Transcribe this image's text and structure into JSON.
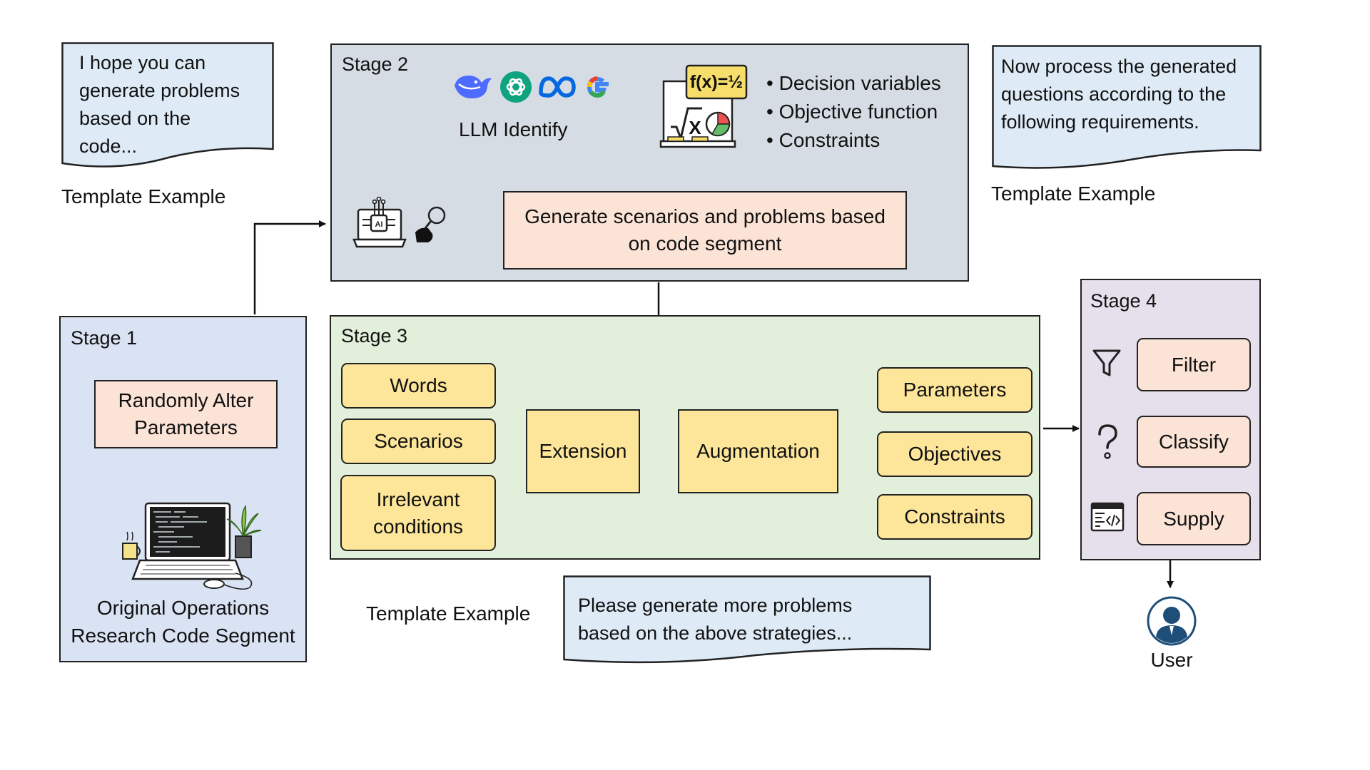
{
  "stage1": {
    "title": "Stage 1",
    "box_label": "Randomly Alter Parameters",
    "caption_line1": "Original Operations",
    "caption_line2": "Research Code Segment",
    "icon": "laptop-code-icon"
  },
  "stage2": {
    "title": "Stage 2",
    "llm_label": "LLM Identify",
    "llm_icons": [
      "deepseek-whale-icon",
      "openai-icon",
      "meta-icon",
      "google-icon"
    ],
    "formula_text": "f(x)=½",
    "bullets": [
      "Decision variables",
      "Objective function",
      "Constraints"
    ],
    "generate_line1": "Generate scenarios and problems based",
    "generate_line2": "on code segment"
  },
  "stage3": {
    "title": "Stage 3",
    "left_items": [
      "Words",
      "Scenarios",
      "Irrelevant conditions"
    ],
    "extension": "Extension",
    "augmentation": "Augmentation",
    "right_items": [
      "Parameters",
      "Objectives",
      "Constraints"
    ]
  },
  "stage4": {
    "title": "Stage 4",
    "actions": [
      {
        "label": "Filter",
        "icon": "funnel-icon"
      },
      {
        "label": "Classify",
        "icon": "question-mark-icon"
      },
      {
        "label": "Supply",
        "icon": "code-window-icon"
      }
    ]
  },
  "user": {
    "label": "User",
    "icon": "user-avatar-icon"
  },
  "templates": {
    "left": {
      "lines": [
        "I hope you can",
        "generate problems",
        "based on the",
        "code..."
      ],
      "caption": "Template Example"
    },
    "right": {
      "lines": [
        "Now process the generated",
        "questions according to the",
        "following requirements."
      ],
      "caption": "Template Example"
    },
    "bottom": {
      "lines": [
        "Please generate more problems",
        "based on the above strategies..."
      ],
      "caption": "Template Example"
    }
  },
  "colors": {
    "stage1_bg": "#dae3f3",
    "stage2_bg": "#d6dce4",
    "stage3_bg": "#e2efda",
    "stage4_bg": "#e6e0ec",
    "doc_bg": "#deebf7",
    "yellow_box": "#fde699",
    "peach_box": "#fbe3d6",
    "user_blue": "#1f4e79"
  }
}
